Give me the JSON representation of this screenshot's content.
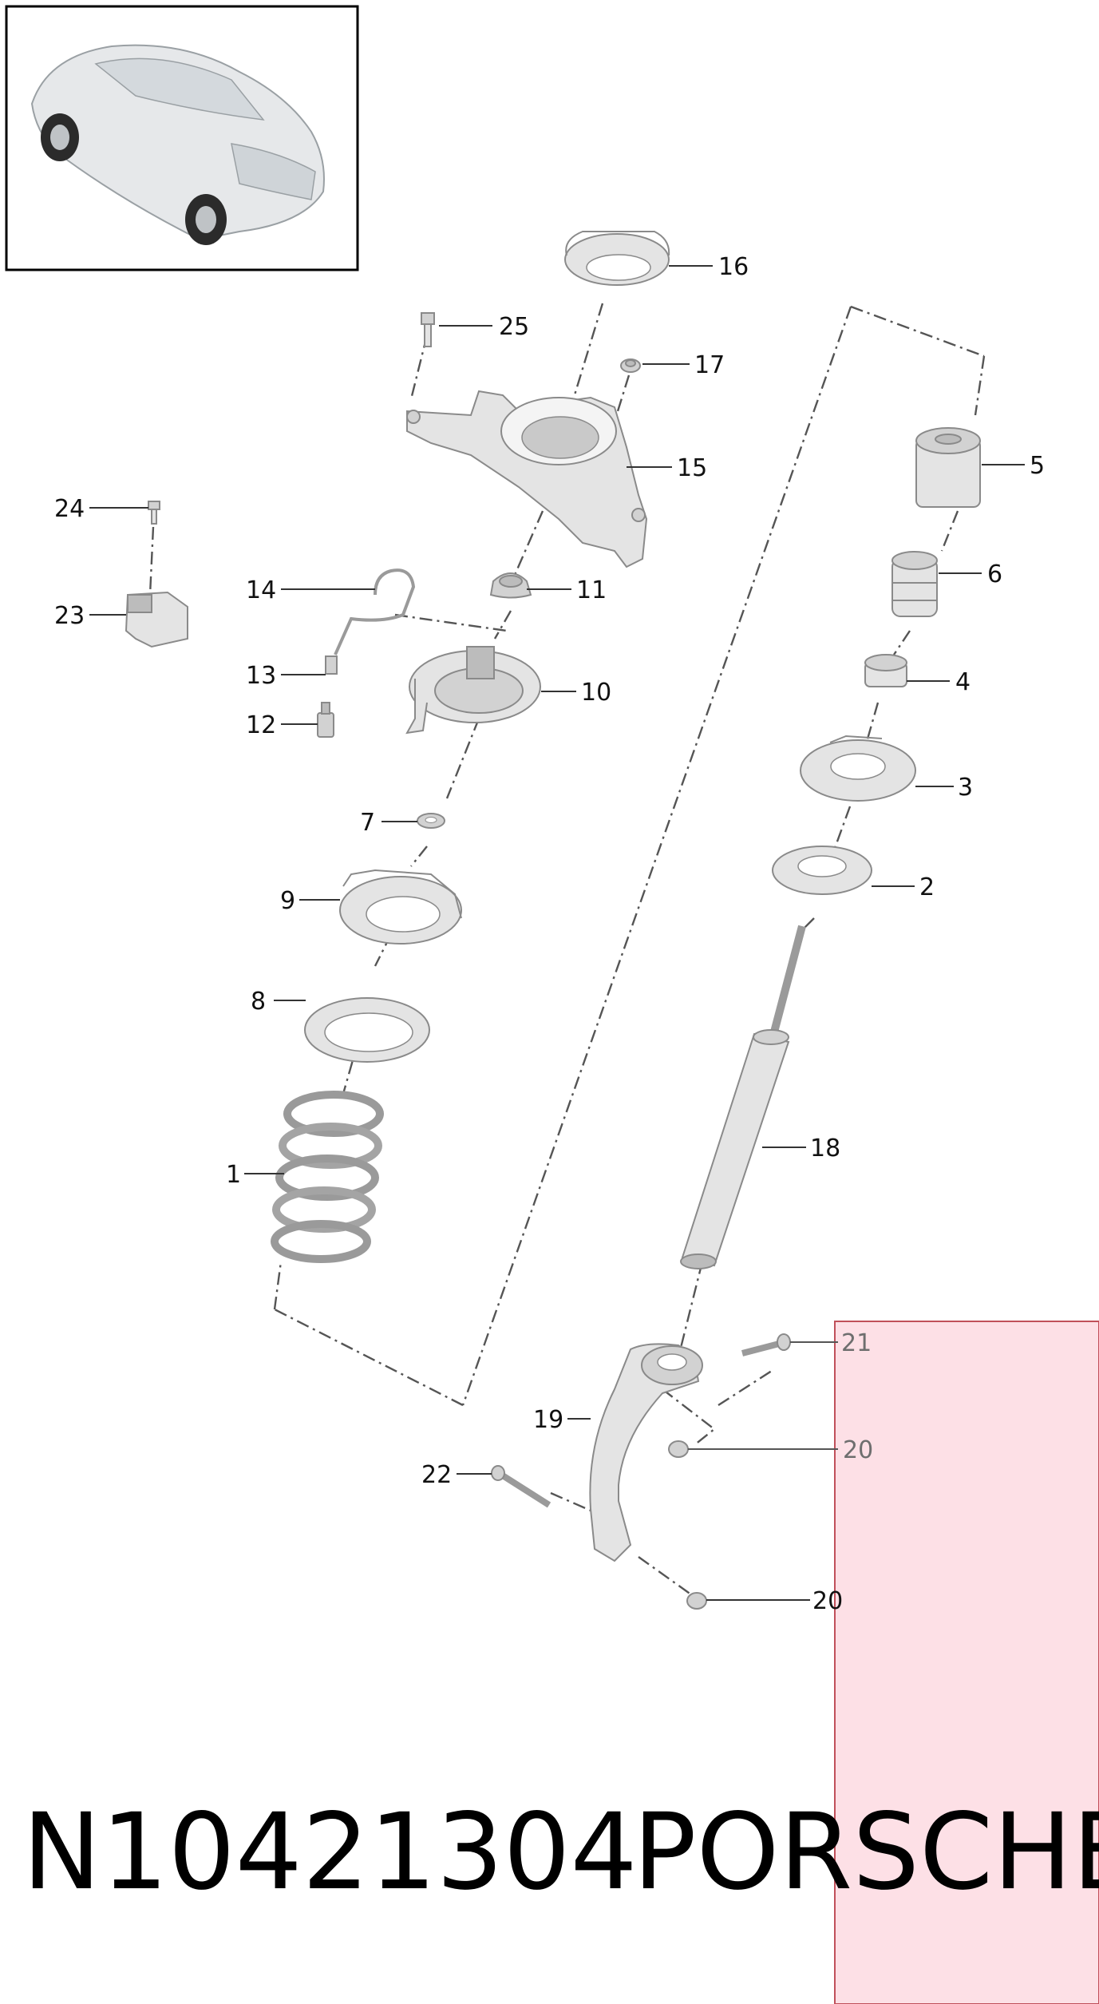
{
  "diagram_number": "N10421304",
  "brand": "PORSCHE",
  "highlight_color": "#fde0e6",
  "highlight_border_color": "#c0505a",
  "callouts": {
    "c1": "1",
    "c2": "2",
    "c3": "3",
    "c4": "4",
    "c5": "5",
    "c6": "6",
    "c7": "7",
    "c8": "8",
    "c9": "9",
    "c10": "10",
    "c11": "11",
    "c12": "12",
    "c13": "13",
    "c14": "14",
    "c15": "15",
    "c16": "16",
    "c17": "17",
    "c18": "18",
    "c19": "19",
    "c20a": "20",
    "c20b": "20",
    "c21": "21",
    "c22": "22",
    "c23": "23",
    "c24": "24",
    "c25": "25"
  }
}
